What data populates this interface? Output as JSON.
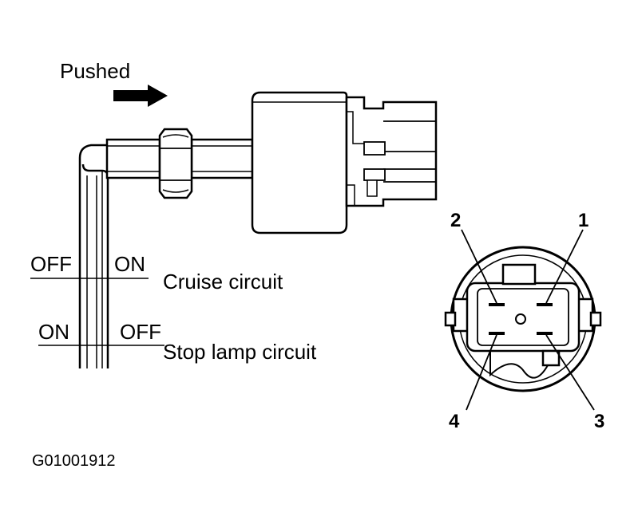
{
  "labels": {
    "pushed": "Pushed",
    "off_top": "OFF",
    "on_top": "ON",
    "cruise_circuit": "Cruise circuit",
    "on_bottom": "ON",
    "off_bottom": "OFF",
    "stop_lamp_circuit": "Stop lamp circuit",
    "figure_code": "G01001912"
  },
  "terminals": {
    "t1": "1",
    "t2": "2",
    "t3": "3",
    "t4": "4"
  }
}
